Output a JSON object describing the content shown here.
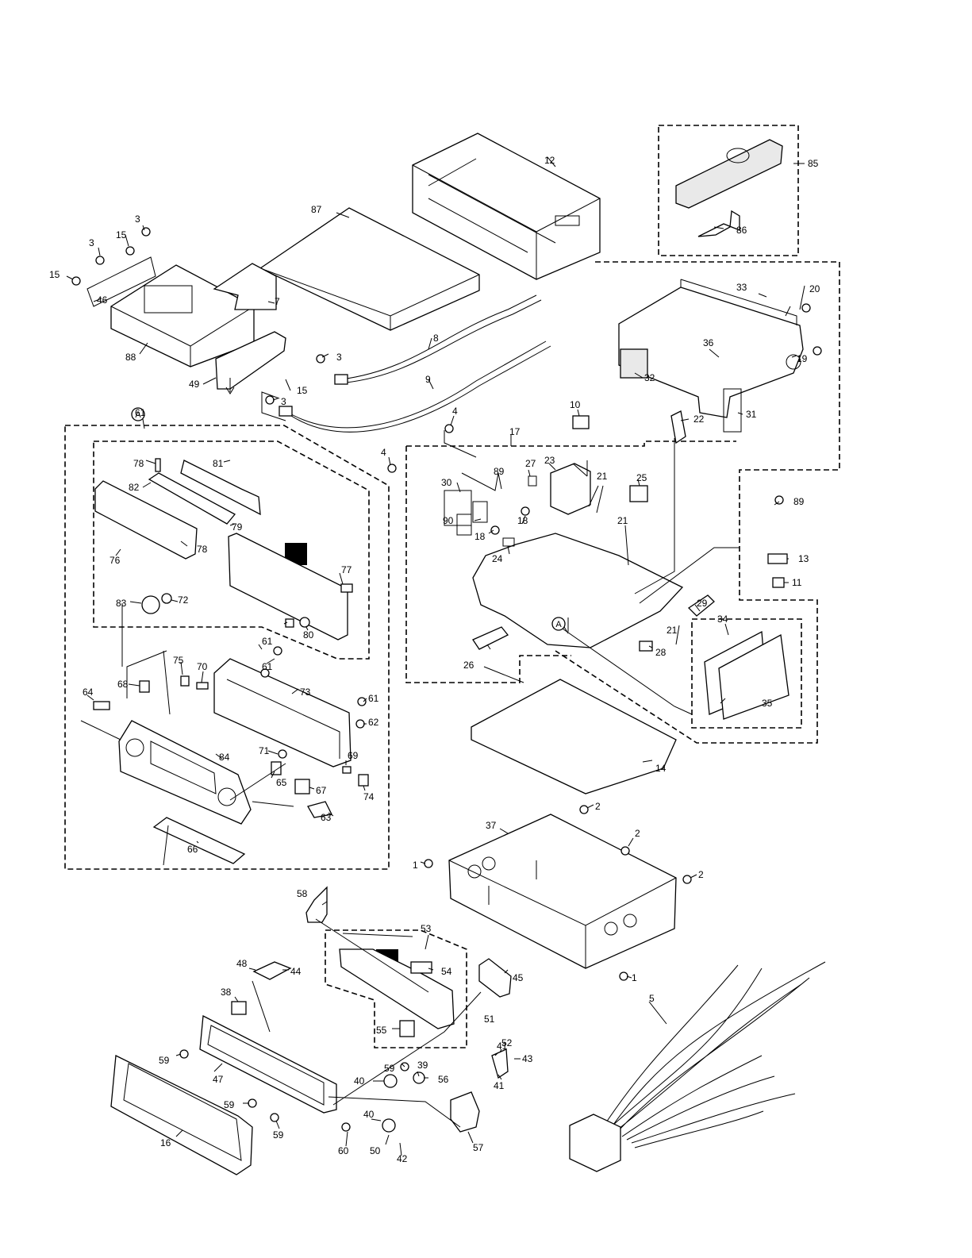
{
  "labels": [
    {
      "id": "l1a",
      "text": "1"
    },
    {
      "id": "l1b",
      "text": "1"
    },
    {
      "id": "l2a",
      "text": "2"
    },
    {
      "id": "l2b",
      "text": "2"
    },
    {
      "id": "l2c",
      "text": "2"
    },
    {
      "id": "l3a",
      "text": "3"
    },
    {
      "id": "l3b",
      "text": "3"
    },
    {
      "id": "l3c",
      "text": "3"
    },
    {
      "id": "l3d",
      "text": "3"
    },
    {
      "id": "l4a",
      "text": "4"
    },
    {
      "id": "l4b",
      "text": "4"
    },
    {
      "id": "l5",
      "text": "5"
    },
    {
      "id": "l7",
      "text": "7"
    },
    {
      "id": "l8",
      "text": "8"
    },
    {
      "id": "l9",
      "text": "9"
    },
    {
      "id": "l10",
      "text": "10"
    },
    {
      "id": "l11",
      "text": "11"
    },
    {
      "id": "l12",
      "text": "12"
    },
    {
      "id": "l13",
      "text": "13"
    },
    {
      "id": "l14",
      "text": "14"
    },
    {
      "id": "l15a",
      "text": "15"
    },
    {
      "id": "l15b",
      "text": "15"
    },
    {
      "id": "l15c",
      "text": "15"
    },
    {
      "id": "l16",
      "text": "16"
    },
    {
      "id": "l17",
      "text": "17"
    },
    {
      "id": "l18a",
      "text": "18"
    },
    {
      "id": "l18b",
      "text": "18"
    },
    {
      "id": "l19",
      "text": "19"
    },
    {
      "id": "l20",
      "text": "20"
    },
    {
      "id": "l21a",
      "text": "21"
    },
    {
      "id": "l21b",
      "text": "21"
    },
    {
      "id": "l21c",
      "text": "21"
    },
    {
      "id": "l22",
      "text": "22"
    },
    {
      "id": "l23",
      "text": "23"
    },
    {
      "id": "l24",
      "text": "24"
    },
    {
      "id": "l25",
      "text": "25"
    },
    {
      "id": "l26",
      "text": "26"
    },
    {
      "id": "l27",
      "text": "27"
    },
    {
      "id": "l28",
      "text": "28"
    },
    {
      "id": "l29",
      "text": "29"
    },
    {
      "id": "l30",
      "text": "30"
    },
    {
      "id": "l31",
      "text": "31"
    },
    {
      "id": "l32",
      "text": "32"
    },
    {
      "id": "l33",
      "text": "33"
    },
    {
      "id": "l34",
      "text": "34"
    },
    {
      "id": "l35",
      "text": "35"
    },
    {
      "id": "l36",
      "text": "36"
    },
    {
      "id": "l37",
      "text": "37"
    },
    {
      "id": "l38",
      "text": "38"
    },
    {
      "id": "l39",
      "text": "39"
    },
    {
      "id": "l40a",
      "text": "40"
    },
    {
      "id": "l40b",
      "text": "40"
    },
    {
      "id": "l41a",
      "text": "41"
    },
    {
      "id": "l41b",
      "text": "41"
    },
    {
      "id": "l42",
      "text": "42"
    },
    {
      "id": "l43",
      "text": "43"
    },
    {
      "id": "l44",
      "text": "44"
    },
    {
      "id": "l45",
      "text": "45"
    },
    {
      "id": "l46",
      "text": "46"
    },
    {
      "id": "l47",
      "text": "47"
    },
    {
      "id": "l48",
      "text": "48"
    },
    {
      "id": "l49",
      "text": "49"
    },
    {
      "id": "l50",
      "text": "50"
    },
    {
      "id": "l51",
      "text": "51"
    },
    {
      "id": "l52",
      "text": "52"
    },
    {
      "id": "l53",
      "text": "53"
    },
    {
      "id": "l54",
      "text": "54"
    },
    {
      "id": "l55",
      "text": "55"
    },
    {
      "id": "l56",
      "text": "56"
    },
    {
      "id": "l57",
      "text": "57"
    },
    {
      "id": "l58",
      "text": "58"
    },
    {
      "id": "l59a",
      "text": "59"
    },
    {
      "id": "l59b",
      "text": "59"
    },
    {
      "id": "l59c",
      "text": "59"
    },
    {
      "id": "l59d",
      "text": "59"
    },
    {
      "id": "l60",
      "text": "60"
    },
    {
      "id": "l61a",
      "text": "61"
    },
    {
      "id": "l61b",
      "text": "61"
    },
    {
      "id": "l61c",
      "text": "61"
    },
    {
      "id": "l61d",
      "text": "61"
    },
    {
      "id": "l62",
      "text": "62"
    },
    {
      "id": "l63",
      "text": "63"
    },
    {
      "id": "l64",
      "text": "64"
    },
    {
      "id": "l65",
      "text": "65"
    },
    {
      "id": "l66",
      "text": "66"
    },
    {
      "id": "l67",
      "text": "67"
    },
    {
      "id": "l68",
      "text": "68"
    },
    {
      "id": "l69",
      "text": "69"
    },
    {
      "id": "l70",
      "text": "70"
    },
    {
      "id": "l71",
      "text": "71"
    },
    {
      "id": "l72",
      "text": "72"
    },
    {
      "id": "l73",
      "text": "73"
    },
    {
      "id": "l74",
      "text": "74"
    },
    {
      "id": "l75",
      "text": "75"
    },
    {
      "id": "l76",
      "text": "76"
    },
    {
      "id": "l77",
      "text": "77"
    },
    {
      "id": "l78a",
      "text": "78"
    },
    {
      "id": "l78b",
      "text": "78"
    },
    {
      "id": "l79",
      "text": "79"
    },
    {
      "id": "l80",
      "text": "80"
    },
    {
      "id": "l81",
      "text": "81"
    },
    {
      "id": "l82",
      "text": "82"
    },
    {
      "id": "l83",
      "text": "83"
    },
    {
      "id": "l84",
      "text": "84"
    },
    {
      "id": "l85",
      "text": "85"
    },
    {
      "id": "l86",
      "text": "86"
    },
    {
      "id": "l87",
      "text": "87"
    },
    {
      "id": "l88",
      "text": "88"
    },
    {
      "id": "l89a",
      "text": "89"
    },
    {
      "id": "l89b",
      "text": "89"
    },
    {
      "id": "l90",
      "text": "90"
    }
  ],
  "reference_marks": [
    {
      "id": "refA1",
      "text": "A"
    },
    {
      "id": "refA2",
      "text": "A"
    }
  ]
}
